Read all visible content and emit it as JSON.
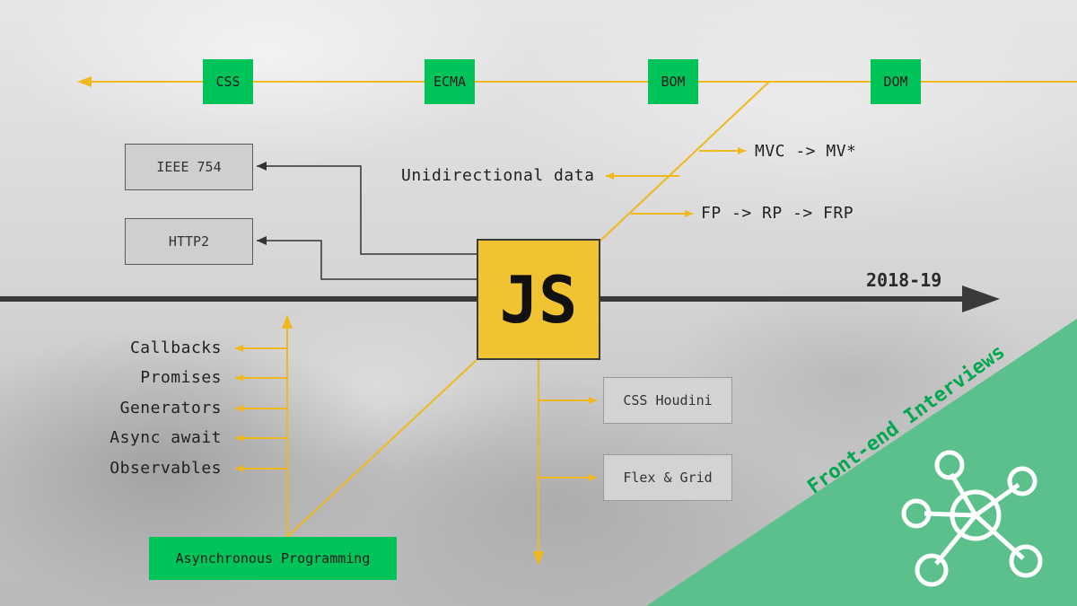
{
  "top_boxes": [
    {
      "label": "CSS"
    },
    {
      "label": "ECMA"
    },
    {
      "label": "BOM"
    },
    {
      "label": "DOM"
    }
  ],
  "left_boxes": [
    {
      "label": "IEEE 754"
    },
    {
      "label": "HTTP2"
    }
  ],
  "right_labels": {
    "unidirectional": "Unidirectional data",
    "mvc": "MVC -> MV*",
    "fp": "FP -> RP -> FRP"
  },
  "center": {
    "label": "JS"
  },
  "timeline": {
    "year": "2018-19"
  },
  "async_items": [
    "Callbacks",
    "Promises",
    "Generators",
    "Async await",
    "Observables"
  ],
  "async_box": {
    "label": "Asynchronous Programming"
  },
  "bottom_boxes": [
    {
      "label": "CSS Houdini"
    },
    {
      "label": "Flex & Grid"
    }
  ],
  "banner": {
    "text": "Front-end Interviews",
    "icon": "network-hub-icon"
  },
  "colors": {
    "accent_line": "#f0b81c",
    "green": "#00c35a",
    "banner_green": "#5cc08c",
    "js_yellow": "#f1c232"
  }
}
